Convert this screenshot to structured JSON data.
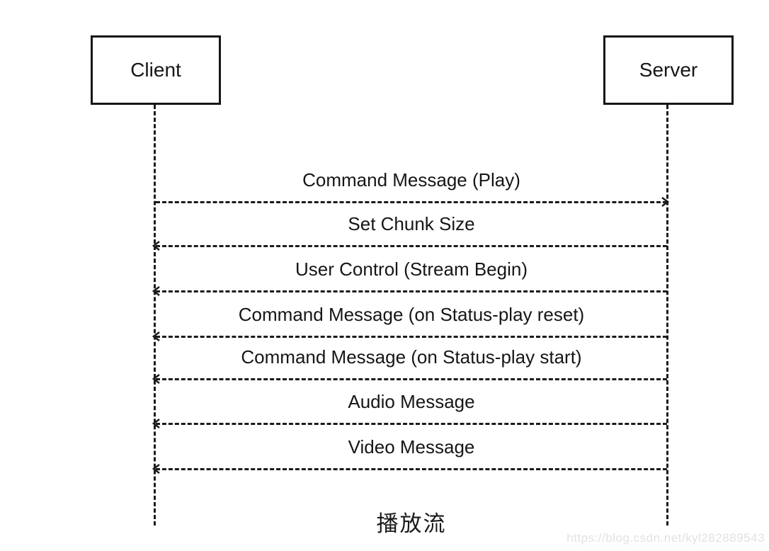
{
  "diagram": {
    "type": "sequence-diagram",
    "actors": [
      {
        "label": "Client"
      },
      {
        "label": "Server"
      }
    ],
    "messages": [
      {
        "label": "Command Message (Play)",
        "from": "Client",
        "to": "Server",
        "direction": "right",
        "line_style": "dashed"
      },
      {
        "label": "Set Chunk Size",
        "from": "Server",
        "to": "Client",
        "direction": "left",
        "line_style": "dashed"
      },
      {
        "label": "User Control (Stream Begin)",
        "from": "Server",
        "to": "Client",
        "direction": "left",
        "line_style": "dashed"
      },
      {
        "label": "Command Message (on Status-play reset)",
        "from": "Server",
        "to": "Client",
        "direction": "left",
        "line_style": "dashed"
      },
      {
        "label": "Command Message (on Status-play start)",
        "from": "Server",
        "to": "Client",
        "direction": "left",
        "line_style": "dashed"
      },
      {
        "label": "Audio Message",
        "from": "Server",
        "to": "Client",
        "direction": "left",
        "line_style": "dashed"
      },
      {
        "label": "Video Message",
        "from": "Server",
        "to": "Client",
        "direction": "left",
        "line_style": "dashed"
      }
    ],
    "footer_label": "播放流",
    "watermark": "https://blog.csdn.net/kyl282889543",
    "colors": {
      "line": "#1c1c1c",
      "text": "#161616",
      "watermark": "#e2e2e2",
      "background": "#ffffff"
    }
  }
}
